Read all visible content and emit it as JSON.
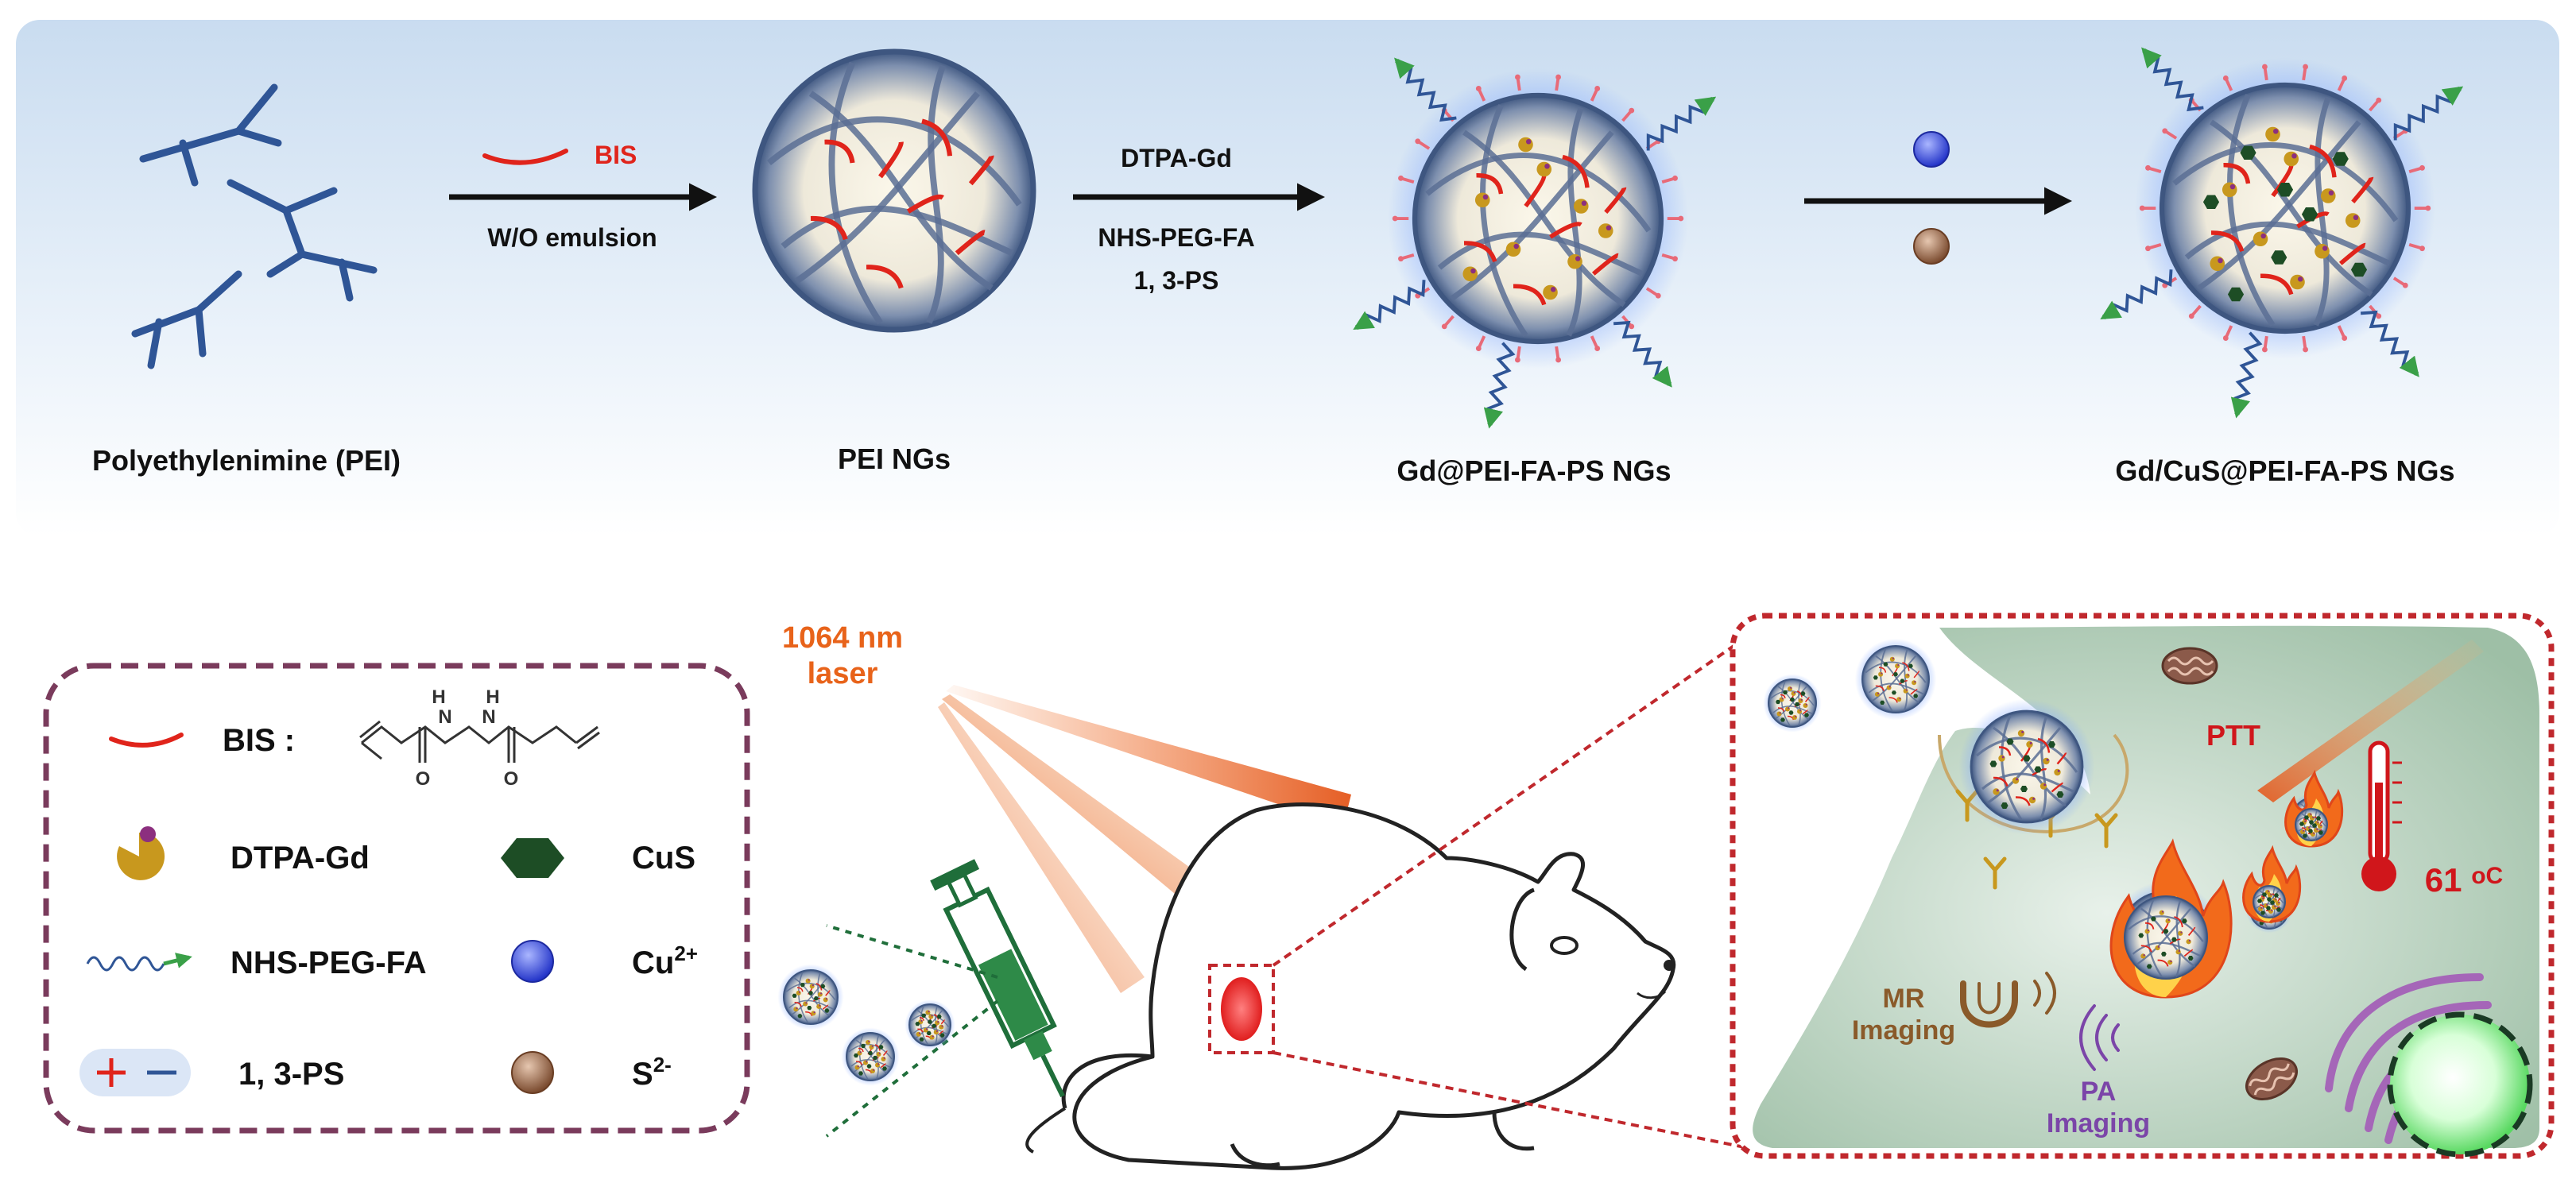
{
  "top": {
    "pei_label": "Polyethylenimine (PEI)",
    "bis_reagent": "BIS",
    "step1_condition": "W/O emulsion",
    "pei_ngs_label": "PEI NGs",
    "step2_reagents": [
      "DTPA-Gd",
      "NHS-PEG-FA",
      "1, 3-PS"
    ],
    "gd_ngs_label": "Gd@PEI-FA-PS NGs",
    "final_ngs_label": "Gd/CuS@PEI-FA-PS NGs"
  },
  "legend": {
    "bis": "BIS :",
    "dtpa": "DTPA-Gd",
    "cus": "CuS",
    "peg": "NHS-PEG-FA",
    "cu": "Cu",
    "cu_sup": "2+",
    "ps": "1, 3-PS",
    "s": "S",
    "s_sup": "2-",
    "chem_n1": "H",
    "chem_n1b": "N",
    "chem_n2": "H",
    "chem_n2b": "N",
    "chem_o1": "O",
    "chem_o2": "O"
  },
  "laser": {
    "line1": "1064 nm",
    "line2": "laser"
  },
  "cell": {
    "ptt": "PTT",
    "temp_value": "61 ",
    "temp_unit": "oC",
    "mr_line1": "MR",
    "mr_line2": "Imaging",
    "pa_line1": "PA",
    "pa_line2": "Imaging"
  },
  "colors": {
    "pei_blue": "#2f5596",
    "bis_red": "#e0241b",
    "gd_gold": "#c8981e",
    "cus_green": "#1d4d25",
    "cu_blue": "#3b4de0",
    "s_brown": "#8b5a3c",
    "peg_green": "#3aa048",
    "laser_orange": "#e8631a",
    "legend_border": "#7a3b5c",
    "cell_border": "#c0282d",
    "pa_purple": "#7b45a8",
    "mr_brown": "#8a5a2a"
  }
}
